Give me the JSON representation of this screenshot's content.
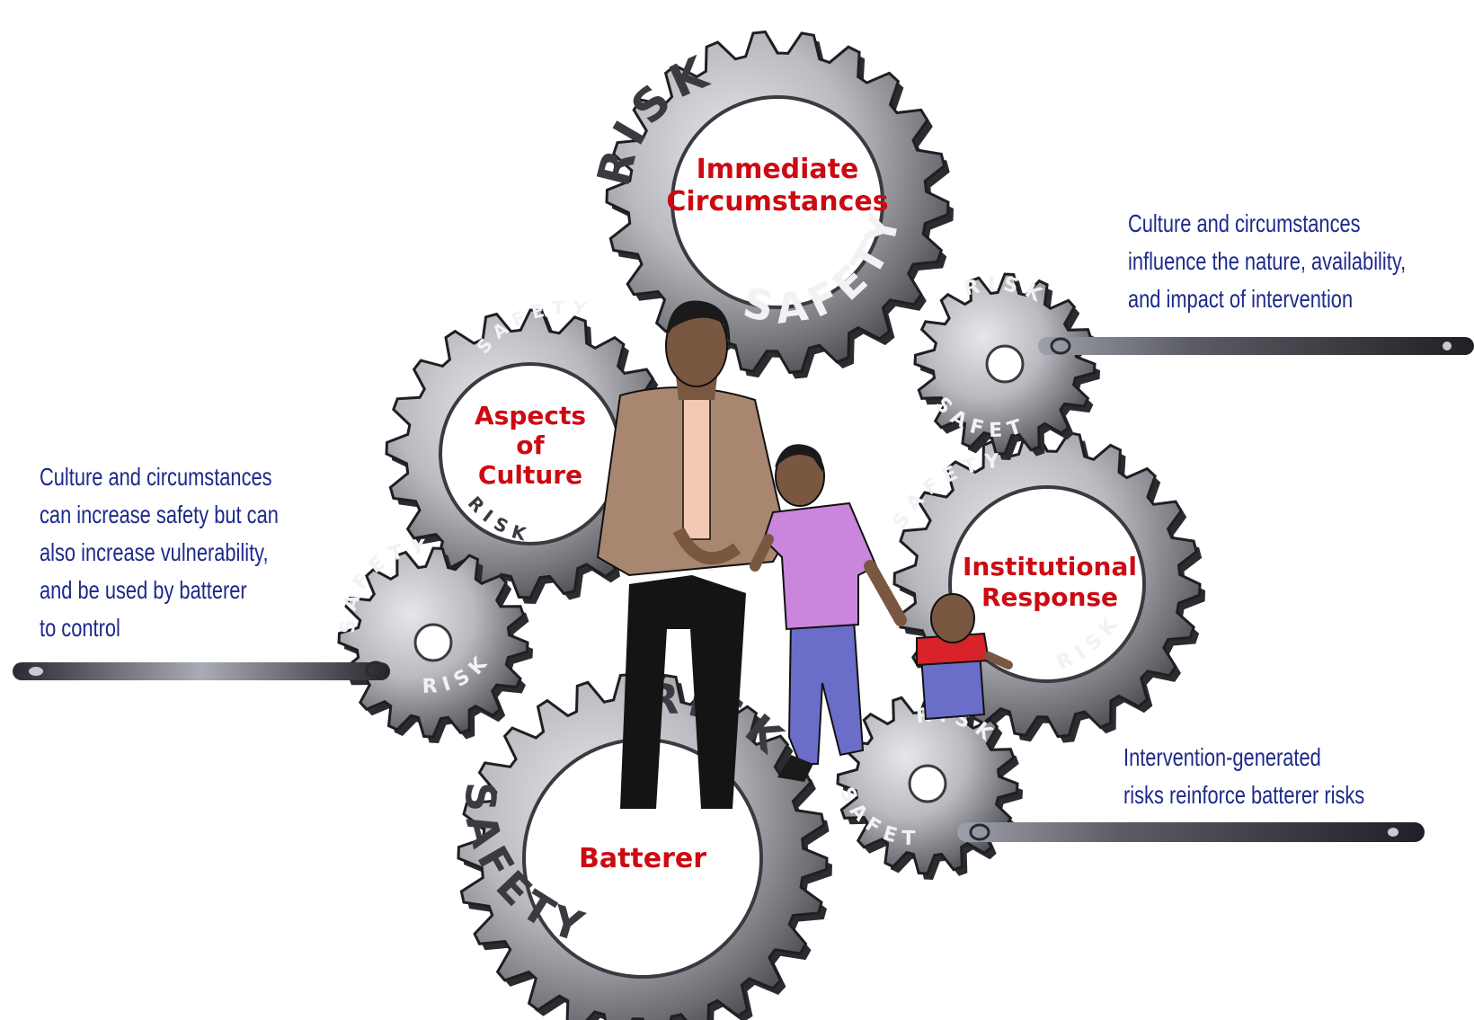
{
  "gears": {
    "immediate": {
      "label_lines": [
        "Immediate",
        "Circumstances"
      ],
      "ring_top": "RISK",
      "ring_bottom": "SAFETY"
    },
    "culture": {
      "label_lines": [
        "Aspects",
        "of",
        "Culture"
      ],
      "ring_top": "SAFETY",
      "ring_bottom": "RISK"
    },
    "institutional": {
      "label_lines": [
        "Institutional",
        "Response"
      ],
      "ring_top": "SAFETY",
      "ring_bottom": "RISK"
    },
    "batterer": {
      "label_lines": [
        "Batterer"
      ],
      "ring_top": "RISK",
      "ring_bottom": "SAFETY"
    },
    "small_left": {
      "ring_top": "SAFETY",
      "ring_bottom": "RISK"
    },
    "small_upper_right": {
      "ring_top": "RISK",
      "ring_bottom": "SAFETY"
    },
    "small_lower_right": {
      "ring_top": "RISK",
      "ring_bottom": "SAFETY"
    }
  },
  "annotations": {
    "right_top": [
      "Culture and circumstances",
      "influence the nature, availability,",
      "and impact of intervention"
    ],
    "left": [
      "Culture and circumstances",
      "can increase safety but can",
      "also increase vulnerability,",
      "and be used by batterer",
      "to control"
    ],
    "right_bottom": [
      "Intervention-generated",
      "risks reinforce batterer risks"
    ]
  },
  "colors": {
    "gear_dark": "#3a3b40",
    "gear_light": "#d4d5da",
    "label_red": "#cc0a12",
    "note_blue": "#1c2a8a",
    "ring_text_light": "#f2f2f4",
    "ring_text_dark": "#3a3b40"
  }
}
